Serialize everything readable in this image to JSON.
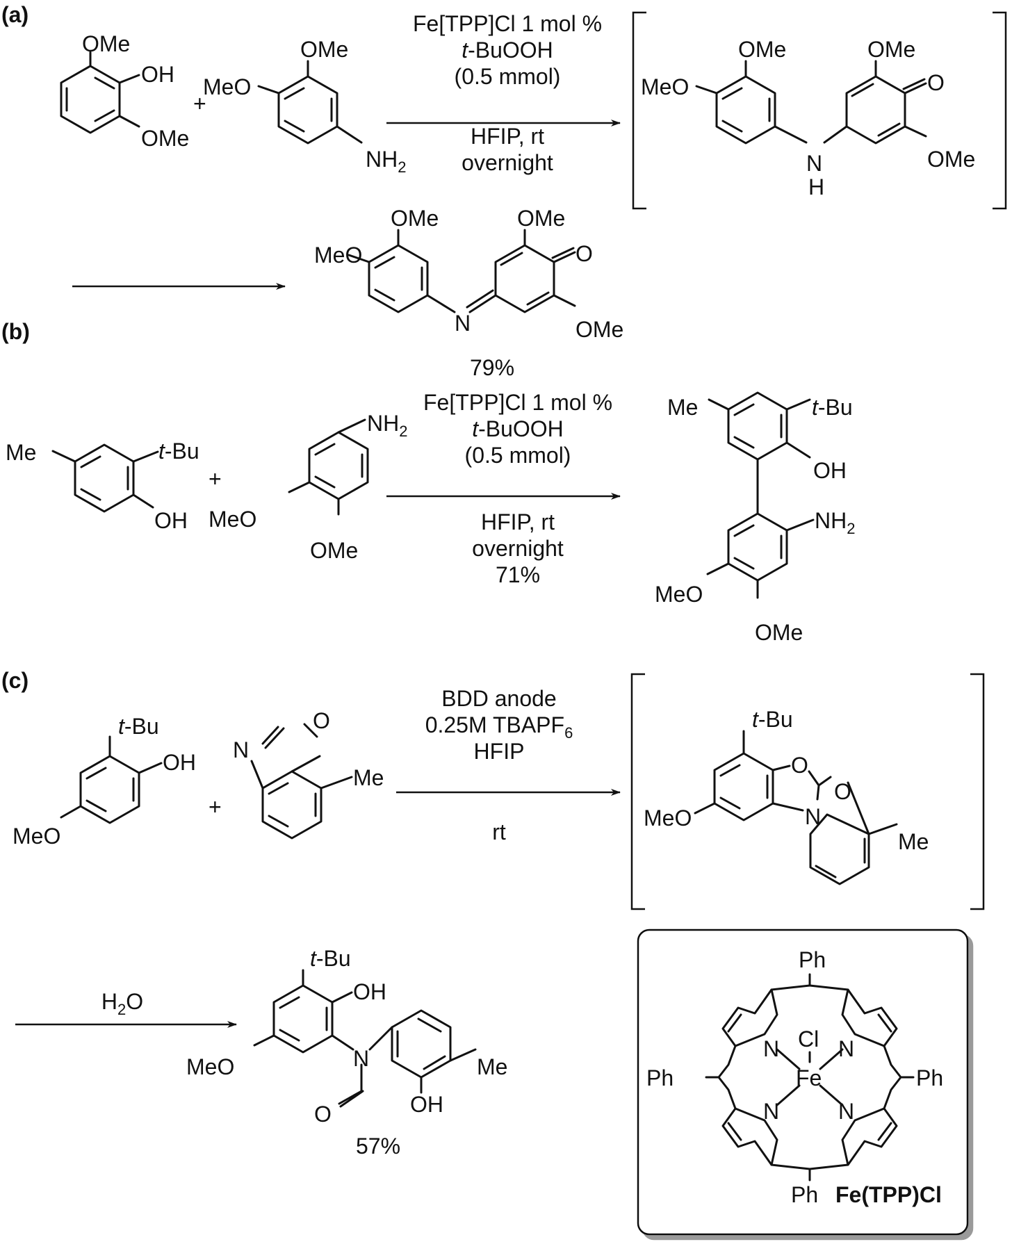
{
  "sections": {
    "a": {
      "label": "(a)",
      "reactant1": {
        "ome_top": "OMe",
        "oh": "OH",
        "ome_bottom": "OMe"
      },
      "plus": "+",
      "reactant2": {
        "ome": "OMe",
        "meo": "MeO",
        "nh2": "NH2"
      },
      "conditions": [
        "Fe[TPP]Cl 1 mol %",
        "t-BuOOH",
        "(0.5 mmol)",
        "HFIP, rt",
        "overnight"
      ],
      "intermediate": {
        "ome1": "OMe",
        "meo": "MeO",
        "ome2": "OMe",
        "o": "O",
        "ome3": "OMe",
        "n": "N",
        "h": "H"
      },
      "product": {
        "ome1": "OMe",
        "meo": "MeO",
        "ome2": "OMe",
        "o": "O",
        "n": "N",
        "ome3": "OMe"
      },
      "yield": "79%"
    },
    "b": {
      "label": "(b)",
      "reactant1": {
        "me": "Me",
        "tbu": "t-Bu",
        "oh": "OH"
      },
      "plus": "+",
      "reactant2": {
        "nh2": "NH2",
        "meo": "MeO",
        "ome": "OMe"
      },
      "conditions": [
        "Fe[TPP]Cl 1 mol %",
        "t-BuOOH",
        "(0.5 mmol)",
        "HFIP, rt",
        "overnight",
        "71%"
      ],
      "product": {
        "me": "Me",
        "tbu": "t-Bu",
        "oh": "OH",
        "nh2": "NH2",
        "meo": "MeO",
        "ome": "OMe"
      }
    },
    "c": {
      "label": "(c)",
      "reactant1": {
        "tbu": "t-Bu",
        "oh": "OH",
        "meo": "MeO"
      },
      "plus": "+",
      "reactant2": {
        "n": "N",
        "o": "O",
        "me": "Me"
      },
      "conditions_above": [
        "BDD anode",
        "0.25M TBAPF6",
        "HFIP"
      ],
      "conditions_below": "rt",
      "intermediate": {
        "tbu": "t-Bu",
        "o1": "O",
        "o2": "O",
        "n": "N",
        "meo": "MeO",
        "me": "Me"
      },
      "step2_reagent": "H2O",
      "product": {
        "tbu": "t-Bu",
        "oh1": "OH",
        "meo": "MeO",
        "n": "N",
        "o": "O",
        "me": "Me",
        "oh2": "OH"
      },
      "yield": "57%"
    }
  },
  "catalyst_box": {
    "ph_top": "Ph",
    "ph_left": "Ph",
    "ph_right": "Ph",
    "ph_bottom": "Ph",
    "n1": "N",
    "n2": "N",
    "n3": "N",
    "n4": "N",
    "cl": "Cl",
    "fe": "Fe",
    "name": "Fe(TPP)Cl"
  }
}
